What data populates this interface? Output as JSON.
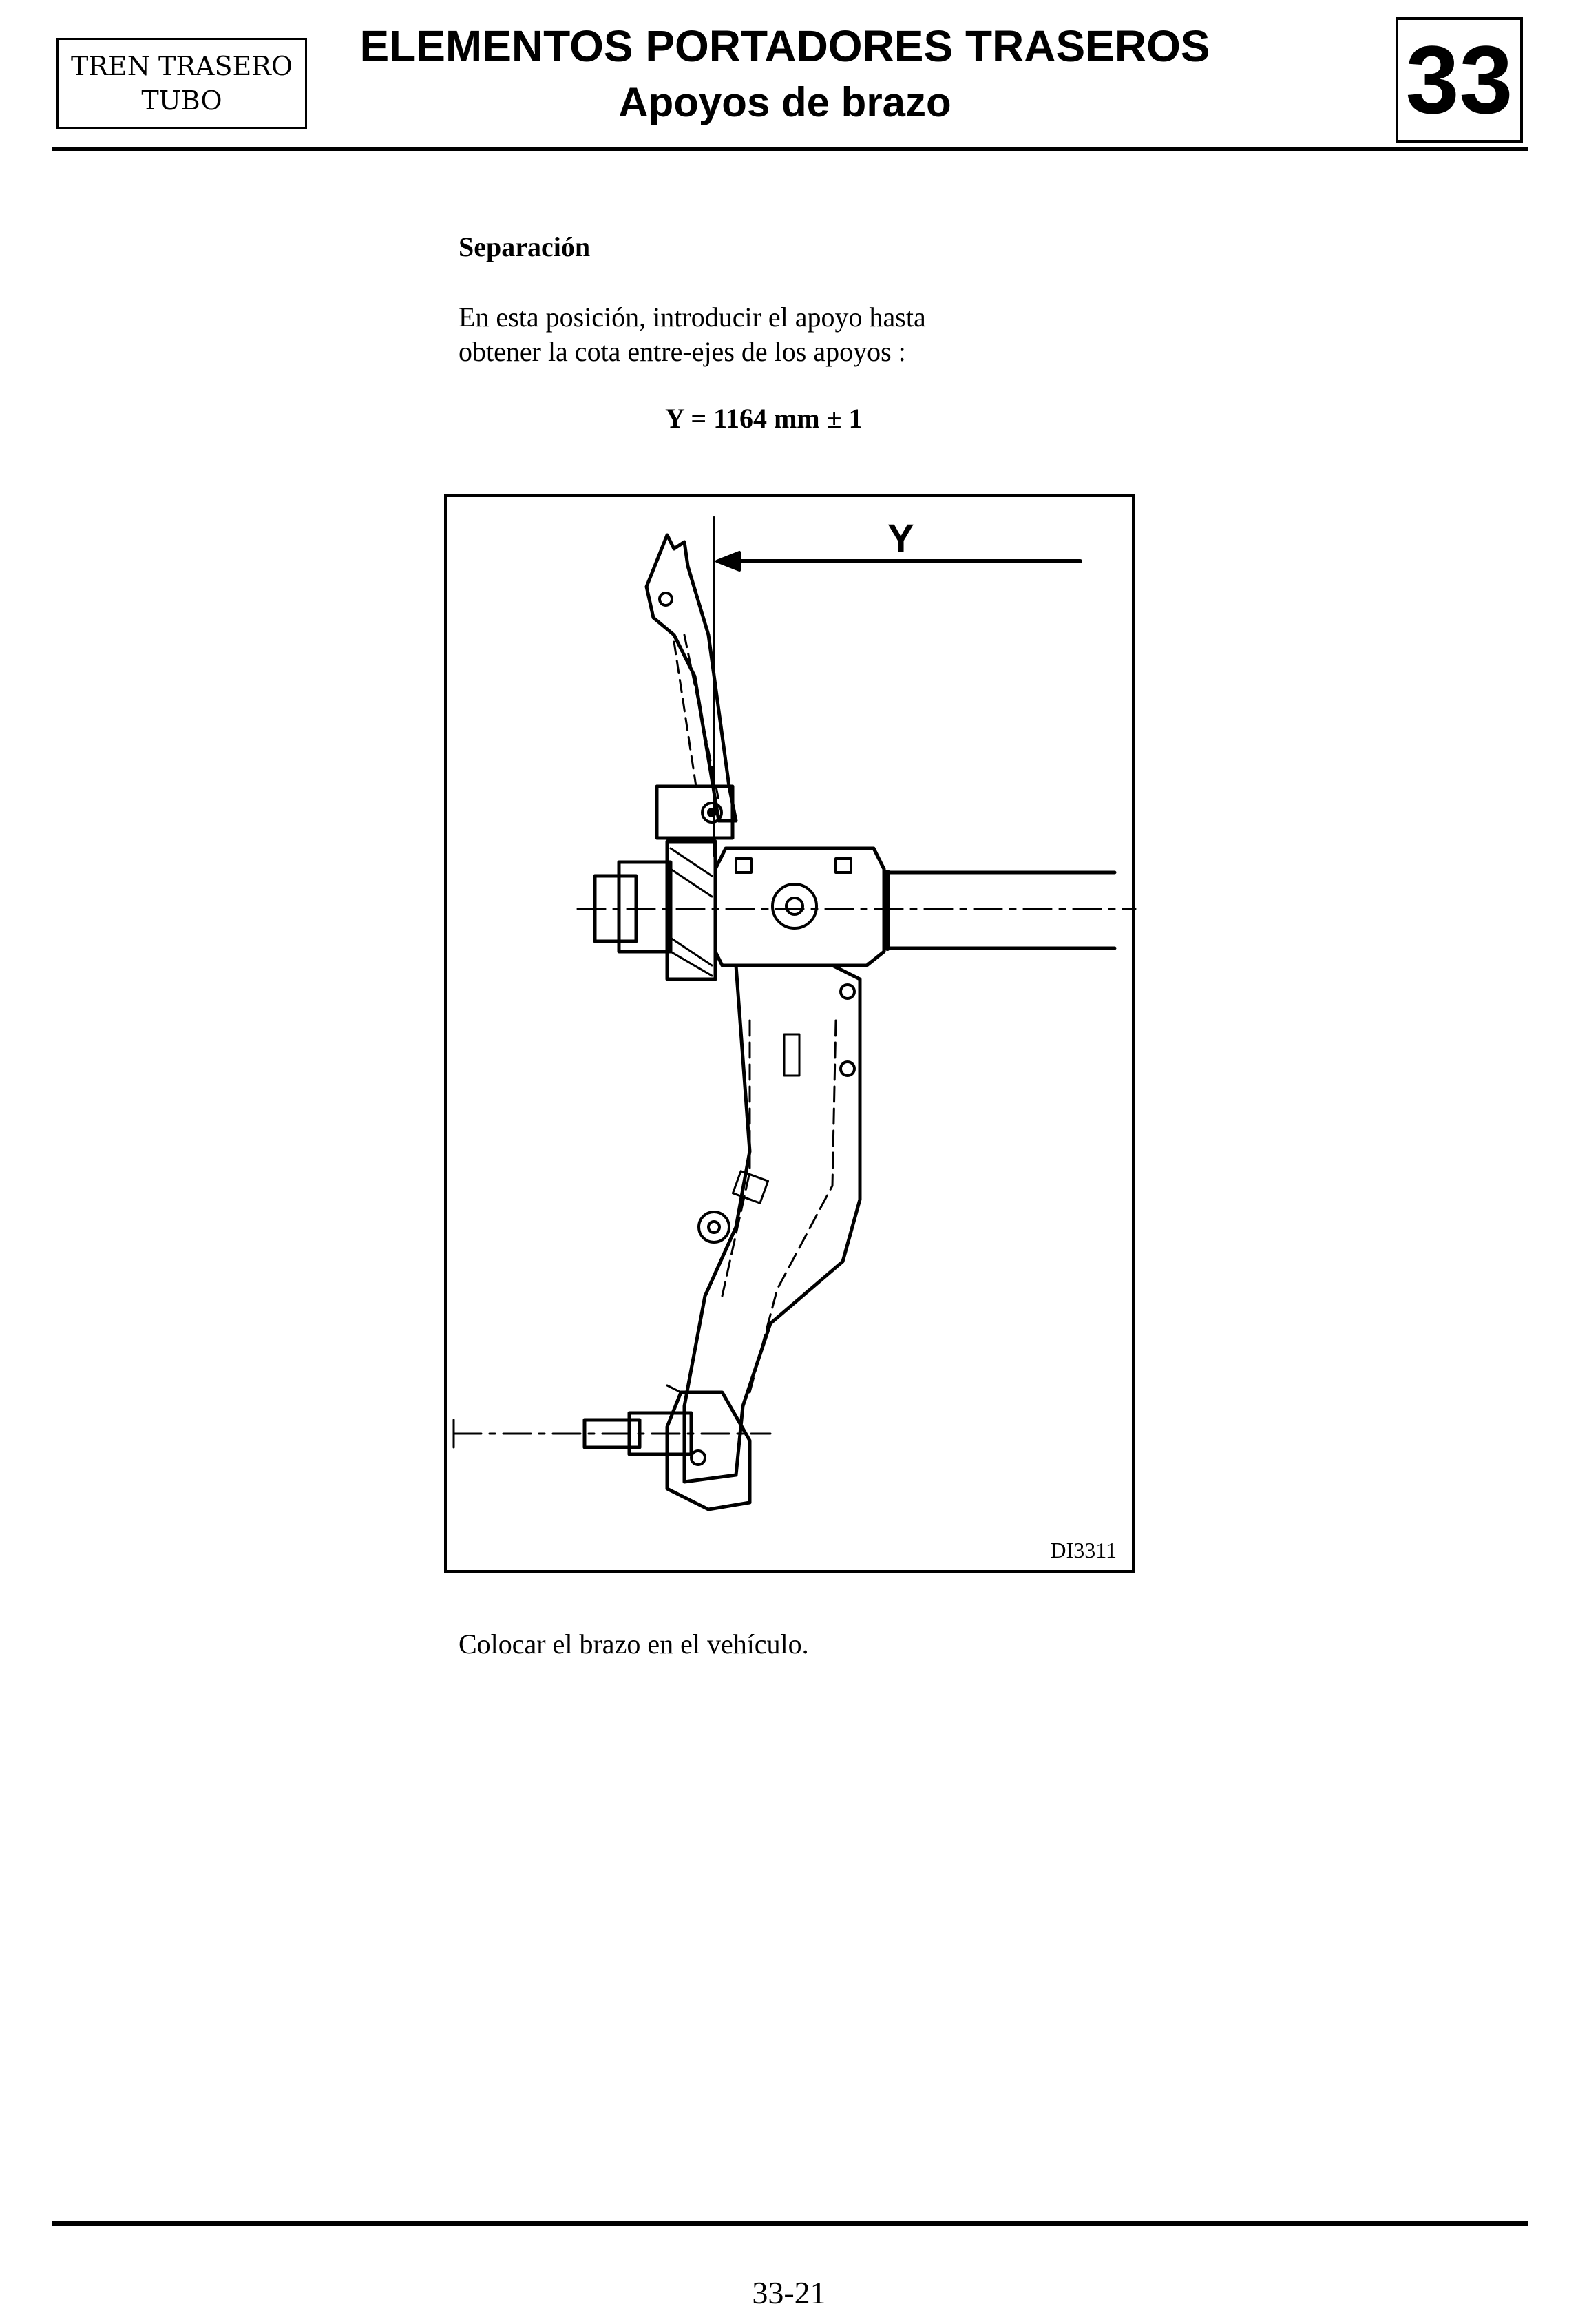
{
  "header": {
    "section_line1": "TREN TRASERO",
    "section_line2": "TUBO",
    "title": "ELEMENTOS PORTADORES TRASEROS",
    "subtitle": "Apoyos de brazo",
    "chapter": "33"
  },
  "content": {
    "heading": "Separación",
    "paragraph_line1": "En esta posición, introducir el apoyo hasta",
    "paragraph_line2": "obtener la cota entre-ejes de los apoyos :",
    "formula": "Y = 1164 mm ± 1",
    "figure": {
      "dimension_label": "Y",
      "reference": "DI3311"
    },
    "closing": "Colocar el brazo en el vehículo."
  },
  "footer": {
    "page_number": "33-21"
  }
}
